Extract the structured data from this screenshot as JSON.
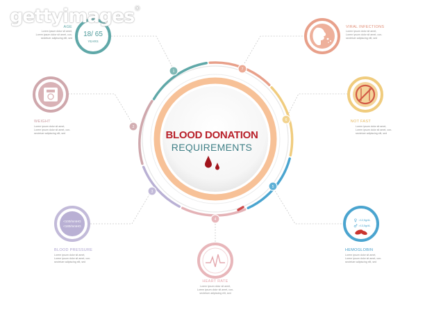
{
  "watermark": "gettyimages",
  "title": {
    "line1": "BLOOD DONATION",
    "line2": "REQUIREMENTS"
  },
  "colors": {
    "teal": "#5fa8a8",
    "salmon": "#e8a08a",
    "yellow": "#f0cc7e",
    "blue": "#4aa4cf",
    "red": "#cf4a4a",
    "pink": "#e4b2b6",
    "lavender": "#b9b0d4",
    "mauve": "#cfa7ac",
    "ring": "#f7c197",
    "blood": "#a1141c"
  },
  "steps": [
    {
      "number": "1",
      "label": "AGE",
      "value": "18/ 65",
      "unit": "YEARS",
      "icon": "age-badge",
      "text": [
        "Lorem ipsum dolor sit amet,",
        "Lorem ipsum dolor sit amet, con-",
        "sectetuer adipiscing elit, sed"
      ]
    },
    {
      "number": "2",
      "label": "WEIGHT",
      "icon": "scale-icon",
      "text": [
        "Lorem ipsum dolor sit amet,",
        "Lorem ipsum dolor sit amet, con-",
        "sectetuer adipiscing elit, sed"
      ]
    },
    {
      "number": "3",
      "label": "BLOOD PRESSURE",
      "value": "<100/mmHG",
      "value2": "<180/mmHG",
      "icon": "pressure-icon",
      "text": [
        "Lorem ipsum dolor sit amet,",
        "Lorem ipsum dolor sit amet, con-",
        "sectetuer adipiscing elit, sed"
      ]
    },
    {
      "number": "4",
      "label": "HEART RATE",
      "icon": "heart-rate-icon",
      "text": [
        "Lorem ipsum dolor sit amet,",
        "Lorem ipsum dolor sit amet, con-",
        "sectetuer adipiscing elit, sed"
      ]
    },
    {
      "number": "5",
      "label": "HEMOGLOBIN",
      "value": ">12,5g/dL",
      "value2": ">13,5g/dL",
      "icon": "blood-cell-icon",
      "text": [
        "Lorem ipsum dolor sit amet,",
        "Lorem ipsum dolor sit amet, con-",
        "sectetuer adipiscing elit, sed"
      ]
    },
    {
      "number": "6",
      "label": "NOT FAST",
      "icon": "no-fasting-icon",
      "text": [
        "Lorem ipsum dolor sit amet,",
        "Lorem ipsum dolor sit amet, con-",
        "sectetuer adipiscing elit, sed"
      ]
    },
    {
      "number": "7",
      "label": "VIRAL INFECTIONS",
      "icon": "virus-face-icon",
      "text": [
        "Lorem ipsum dolor sit amet,",
        "Lorem ipsum dolor sit amet, con-",
        "sectetuer adipiscing elit, sed"
      ]
    }
  ]
}
